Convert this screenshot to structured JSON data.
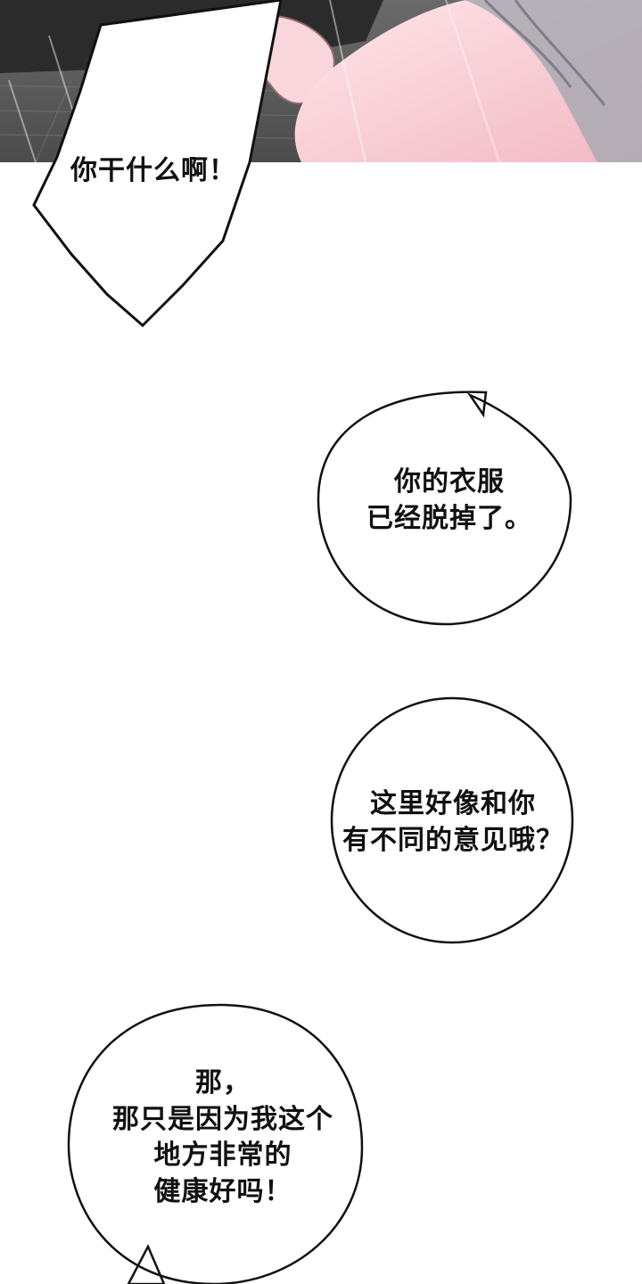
{
  "panel": {
    "scene_name": "bedroom-scene"
  },
  "colors": {
    "ink": "#111111",
    "skin": "#f6d0d6",
    "suit": "#2b2b2b",
    "floor": "#5a5a5a",
    "sheet": "#a9a9b3"
  },
  "dialogue": [
    {
      "lines": [
        "你干什么啊！"
      ]
    },
    {
      "lines": [
        "你的衣服",
        "已经脱掉了。"
      ]
    },
    {
      "lines": [
        "这里好像和你",
        "有不同的意见哦？"
      ]
    },
    {
      "lines": [
        "那，",
        "那只是因为我这个",
        "地方非常的",
        "健康好吗！"
      ]
    }
  ]
}
